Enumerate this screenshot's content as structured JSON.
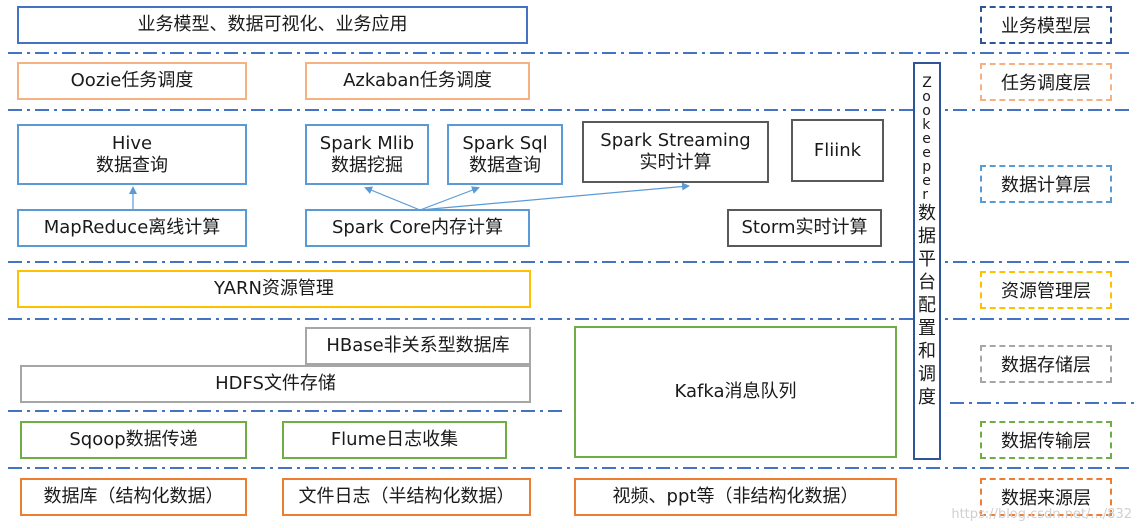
{
  "colors": {
    "divider": "#4472c4",
    "arrow": "#5b9bd5",
    "blue": "#5b9bd5",
    "orange": "#f4b183",
    "yellow": "#ffc000",
    "green": "#70ad47",
    "gray": "#a6a6a6",
    "dark": "#595959"
  },
  "boxes": {
    "business": "业务模型、数据可视化、业务应用",
    "oozie": "Oozie任务调度",
    "azkaban": "Azkaban任务调度",
    "hive_title": "Hive",
    "hive_sub": "数据查询",
    "mlib_title": "Spark Mlib",
    "mlib_sub": "数据挖掘",
    "sql_title": "Spark Sql",
    "sql_sub": "数据查询",
    "streaming_title": "Spark Streaming",
    "streaming_sub": "实时计算",
    "flink": "Fliink",
    "mapreduce": "MapReduce离线计算",
    "spark_core": "Spark Core内存计算",
    "storm": "Storm实时计算",
    "yarn": "YARN资源管理",
    "hbase": "HBase非关系型数据库",
    "hdfs": "HDFS文件存储",
    "kafka": "Kafka消息队列",
    "sqoop": "Sqoop数据传递",
    "flume": "Flume日志收集",
    "database": "数据库（结构化数据）",
    "filelog": "文件日志（半结构化数据）",
    "video": "视频、ppt等（非结构化数据）"
  },
  "zookeeper": {
    "latin": [
      "Z",
      "o",
      "o",
      "k",
      "e",
      "e",
      "p",
      "e",
      "r"
    ],
    "cjk": [
      "数",
      "据",
      "平",
      "台",
      "配",
      "置",
      "和",
      "调",
      "度"
    ]
  },
  "layers": {
    "business": "业务模型层",
    "task": "任务调度层",
    "compute": "数据计算层",
    "resource": "资源管理层",
    "storage": "数据存储层",
    "transfer": "数据传输层",
    "source": "数据来源层"
  },
  "watermark": "https://blog.csdn.net/.../832"
}
